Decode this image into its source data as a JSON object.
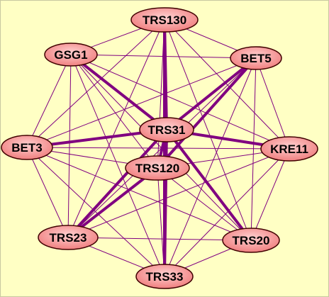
{
  "colors": {
    "background": "#ffffc4",
    "background_border": "#c8c8a0",
    "edge": "#800080",
    "node_fill_light": "#ffd0d0",
    "node_fill_dark": "#f08080",
    "node_stroke": "#400000"
  },
  "nodes": [
    {
      "id": "TRS130",
      "label": "TRS130"
    },
    {
      "id": "GSG1",
      "label": "GSG1"
    },
    {
      "id": "BET5",
      "label": "BET5"
    },
    {
      "id": "TRS31",
      "label": "TRS31"
    },
    {
      "id": "BET3",
      "label": "BET3"
    },
    {
      "id": "KRE11",
      "label": "KRE11"
    },
    {
      "id": "TRS120",
      "label": "TRS120"
    },
    {
      "id": "TRS23",
      "label": "TRS23"
    },
    {
      "id": "TRS20",
      "label": "TRS20"
    },
    {
      "id": "TRS33",
      "label": "TRS33"
    }
  ],
  "edges": [
    {
      "source": "TRS130",
      "target": "GSG1",
      "strong": false
    },
    {
      "source": "TRS130",
      "target": "BET5",
      "strong": false
    },
    {
      "source": "TRS130",
      "target": "TRS31",
      "strong": true
    },
    {
      "source": "TRS130",
      "target": "BET3",
      "strong": false
    },
    {
      "source": "TRS130",
      "target": "KRE11",
      "strong": false
    },
    {
      "source": "TRS130",
      "target": "TRS120",
      "strong": false
    },
    {
      "source": "TRS130",
      "target": "TRS23",
      "strong": false
    },
    {
      "source": "TRS130",
      "target": "TRS20",
      "strong": false
    },
    {
      "source": "TRS130",
      "target": "TRS33",
      "strong": true
    },
    {
      "source": "GSG1",
      "target": "BET5",
      "strong": false
    },
    {
      "source": "GSG1",
      "target": "TRS31",
      "strong": true
    },
    {
      "source": "GSG1",
      "target": "BET3",
      "strong": false
    },
    {
      "source": "GSG1",
      "target": "KRE11",
      "strong": false
    },
    {
      "source": "GSG1",
      "target": "TRS120",
      "strong": false
    },
    {
      "source": "GSG1",
      "target": "TRS23",
      "strong": false
    },
    {
      "source": "GSG1",
      "target": "TRS20",
      "strong": false
    },
    {
      "source": "GSG1",
      "target": "TRS33",
      "strong": false
    },
    {
      "source": "BET5",
      "target": "TRS31",
      "strong": true
    },
    {
      "source": "BET5",
      "target": "BET3",
      "strong": false
    },
    {
      "source": "BET5",
      "target": "KRE11",
      "strong": false
    },
    {
      "source": "BET5",
      "target": "TRS120",
      "strong": true
    },
    {
      "source": "BET5",
      "target": "TRS23",
      "strong": false
    },
    {
      "source": "BET5",
      "target": "TRS20",
      "strong": false
    },
    {
      "source": "BET5",
      "target": "TRS33",
      "strong": false
    },
    {
      "source": "TRS31",
      "target": "BET3",
      "strong": true
    },
    {
      "source": "TRS31",
      "target": "KRE11",
      "strong": true
    },
    {
      "source": "TRS31",
      "target": "TRS120",
      "strong": true
    },
    {
      "source": "TRS31",
      "target": "TRS23",
      "strong": true
    },
    {
      "source": "TRS31",
      "target": "TRS20",
      "strong": true
    },
    {
      "source": "TRS31",
      "target": "TRS33",
      "strong": true
    },
    {
      "source": "BET3",
      "target": "KRE11",
      "strong": false
    },
    {
      "source": "BET3",
      "target": "TRS120",
      "strong": false
    },
    {
      "source": "BET3",
      "target": "TRS23",
      "strong": false
    },
    {
      "source": "BET3",
      "target": "TRS20",
      "strong": false
    },
    {
      "source": "BET3",
      "target": "TRS33",
      "strong": false
    },
    {
      "source": "KRE11",
      "target": "TRS120",
      "strong": false
    },
    {
      "source": "KRE11",
      "target": "TRS23",
      "strong": false
    },
    {
      "source": "KRE11",
      "target": "TRS20",
      "strong": false
    },
    {
      "source": "KRE11",
      "target": "TRS33",
      "strong": false
    },
    {
      "source": "TRS120",
      "target": "TRS23",
      "strong": true
    },
    {
      "source": "TRS120",
      "target": "TRS20",
      "strong": false
    },
    {
      "source": "TRS120",
      "target": "TRS33",
      "strong": false
    },
    {
      "source": "TRS23",
      "target": "TRS20",
      "strong": false
    },
    {
      "source": "TRS23",
      "target": "TRS33",
      "strong": false
    },
    {
      "source": "TRS20",
      "target": "TRS33",
      "strong": false
    }
  ]
}
